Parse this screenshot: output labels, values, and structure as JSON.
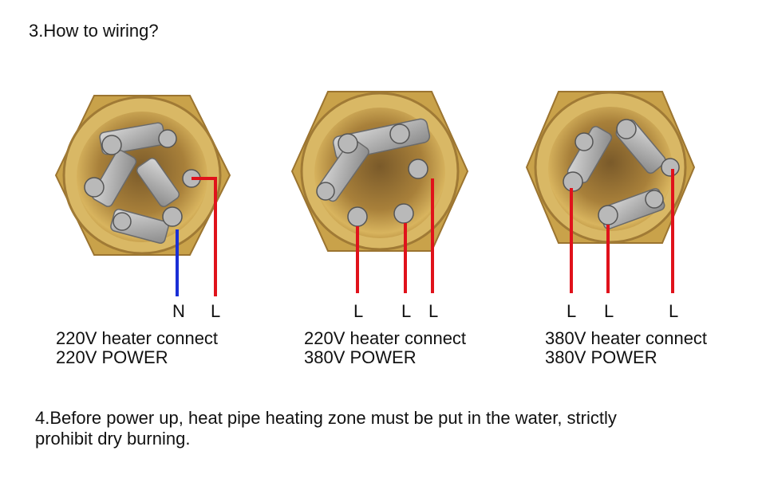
{
  "heading": "3.How to wiring?",
  "diagrams": [
    {
      "terminal_labels": [
        "N",
        "L"
      ],
      "line1": "220V heater connect",
      "line2": "220V POWER"
    },
    {
      "terminal_labels": [
        "L",
        "L",
        "L"
      ],
      "line1": "220V heater connect",
      "line2": "380V POWER"
    },
    {
      "terminal_labels": [
        "L",
        "L",
        "L"
      ],
      "line1": "380V heater connect",
      "line2": "380V POWER"
    }
  ],
  "note": {
    "line1": "4.Before power up, heat pipe heating zone must be put in the water, strictly",
    "line2": "prohibit dry burning."
  },
  "colors": {
    "live_wire": "#e0121b",
    "neutral_wire": "#1a2fd6",
    "brass": "#c9a24a"
  },
  "icons": [
    "heater-flange-icon",
    "terminal-stud-icon",
    "bridge-plate-icon"
  ]
}
